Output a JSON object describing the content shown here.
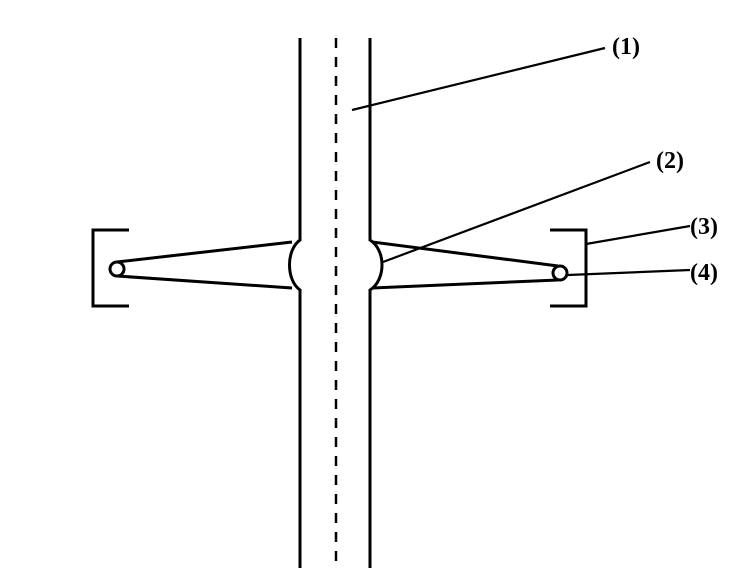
{
  "labels": [
    {
      "id": "1",
      "text": "(1)"
    },
    {
      "id": "2",
      "text": "(2)"
    },
    {
      "id": "3",
      "text": "(3)"
    },
    {
      "id": "4",
      "text": "(4)"
    }
  ]
}
